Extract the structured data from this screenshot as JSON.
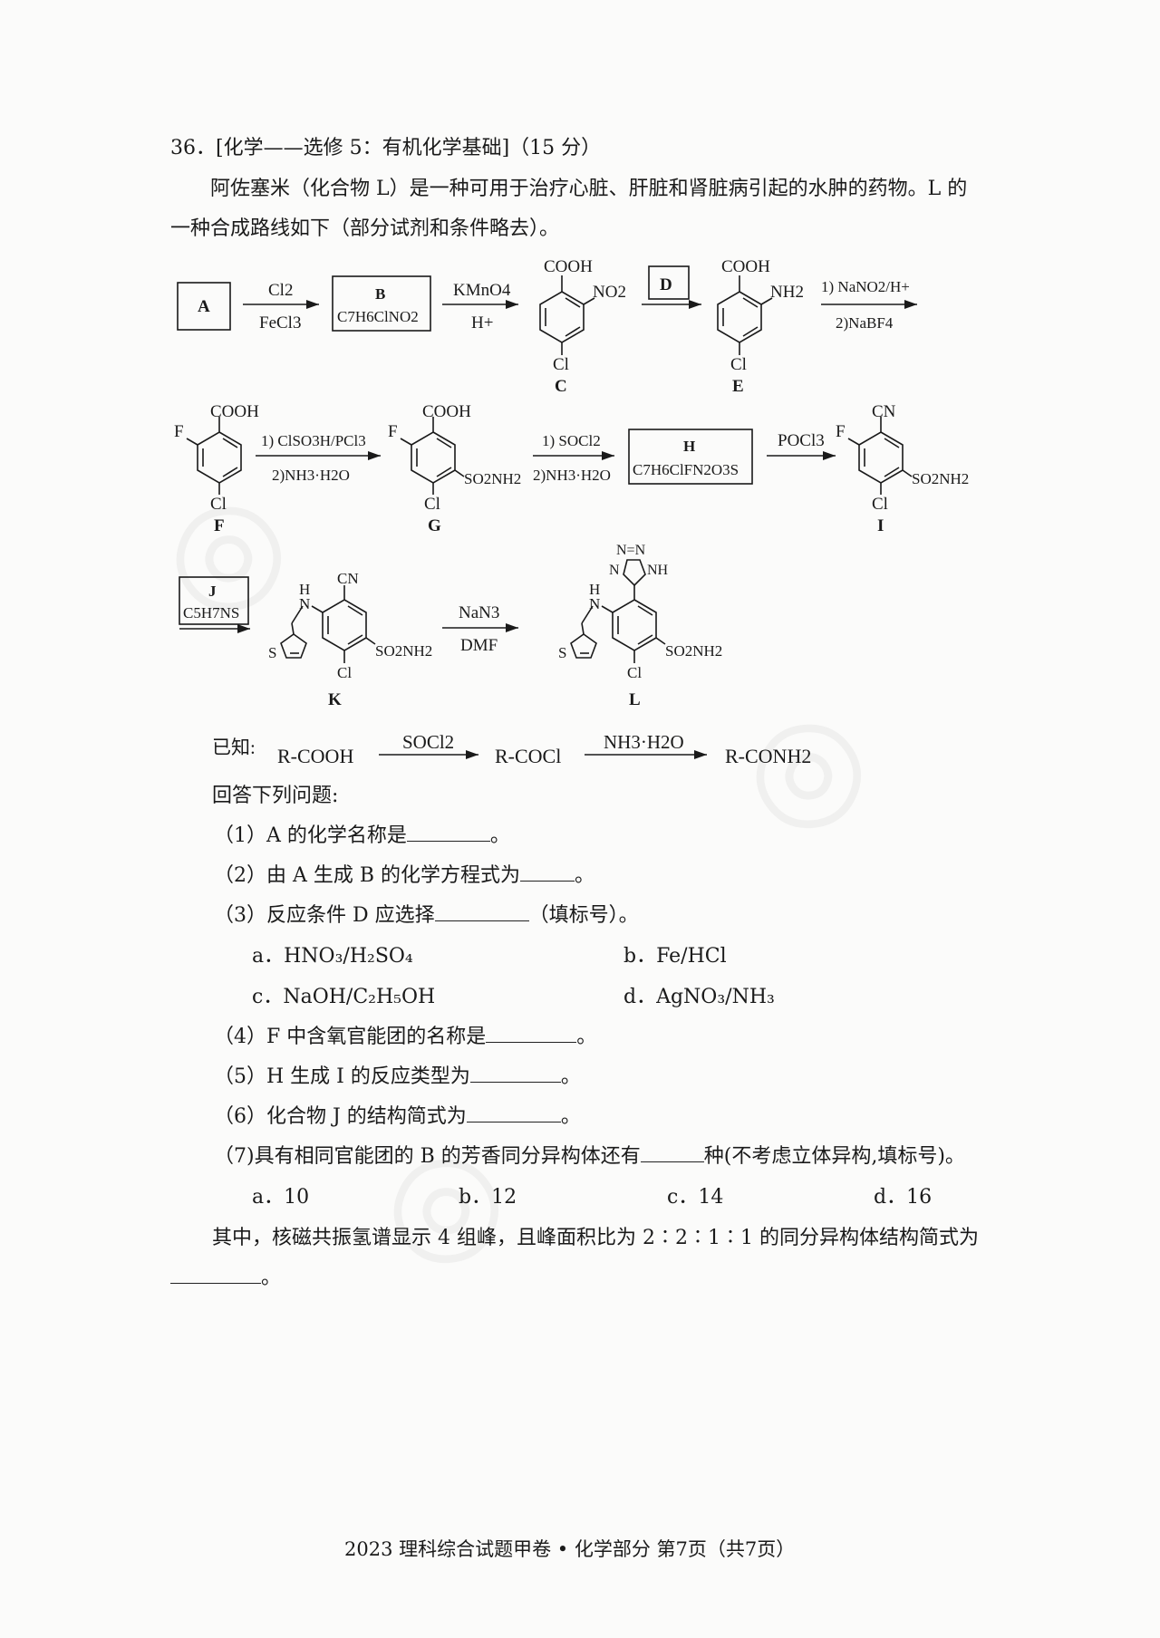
{
  "question": {
    "header": "36．[化学——选修 5：有机化学基础]（15 分）",
    "intro_line1": "阿佐塞米（化合物 L）是一种可用于治疗心脏、肝脏和肾脏病引起的水肿的药物。L 的",
    "intro_line2": "一种合成路线如下（部分试剂和条件略去）。"
  },
  "scheme": {
    "A": "A",
    "B_label": "B",
    "B_formula": "C7H6ClNO2",
    "step_AB_top": "Cl2",
    "step_AB_bottom": "FeCl3",
    "step_BC_top": "KMnO4",
    "step_BC_bottom": "H+",
    "C": "C",
    "D": "D",
    "E": "E",
    "step_EF_top": "1) NaNO2/H+",
    "step_EF_bottom": "2)NaBF4",
    "F": "F",
    "step_FG_top": "1) ClSO3H/PCl3",
    "step_FG_bottom": "2)NH3·H2O",
    "G": "G",
    "step_GH_top": "1) SOCl2",
    "step_GH_bottom": "2)NH3·H2O",
    "H_label": "H",
    "H_formula": "C7H6ClFN2O3S",
    "step_HI_top": "POCl3",
    "I": "I",
    "J_label": "J",
    "J_formula": "C5H7NS",
    "K": "K",
    "step_KL_top": "NaN3",
    "step_KL_bottom": "DMF",
    "L": "L",
    "groups": {
      "COOH": "COOH",
      "NO2": "NO2",
      "NH2": "NH2",
      "Cl": "Cl",
      "F": "F",
      "SO2NH2": "SO2NH2",
      "CN": "CN",
      "H": "H",
      "N": "N",
      "S": "S",
      "tetrazole_top": "N=N",
      "tetrazole_N": "N",
      "tetrazole_NH": "NH"
    }
  },
  "known": {
    "label": "已知:",
    "start": "R-COOH",
    "reagent1": "SOCl2",
    "mid": "R-COCl",
    "reagent2": "NH3·H2O",
    "end": "R-CONH2"
  },
  "answer_heading": "回答下列问题:",
  "questions": {
    "q1": "（1）A 的化学名称是",
    "q2": "（2）由 A 生成 B 的化学方程式为",
    "q3": "（3）反应条件 D 应选择",
    "q3_note": "（填标号）。",
    "q3_options": [
      "a．HNO₃/H₂SO₄",
      "b．Fe/HCl",
      "c．NaOH/C₂H₅OH",
      "d．AgNO₃/NH₃"
    ],
    "q4": "（4）F 中含氧官能团的名称是",
    "q5": "（5）H 生成 I 的反应类型为",
    "q6": "（6）化合物 J 的结构简式为",
    "q7": "（7)具有相同官能团的 B 的芳香同分异构体还有",
    "q7_tail": "种(不考虑立体异构,填标号)。",
    "q7_options": [
      "a．10",
      "b．12",
      "c．14",
      "d．16"
    ],
    "q7_extra": "其中，核磁共振氢谱显示 4 组峰，且峰面积比为 2∶2∶1∶1 的同分异构体结构简式为",
    "period": "。"
  },
  "footer": "2023 理科综合试题甲卷 • 化学部分 第7页（共7页）"
}
